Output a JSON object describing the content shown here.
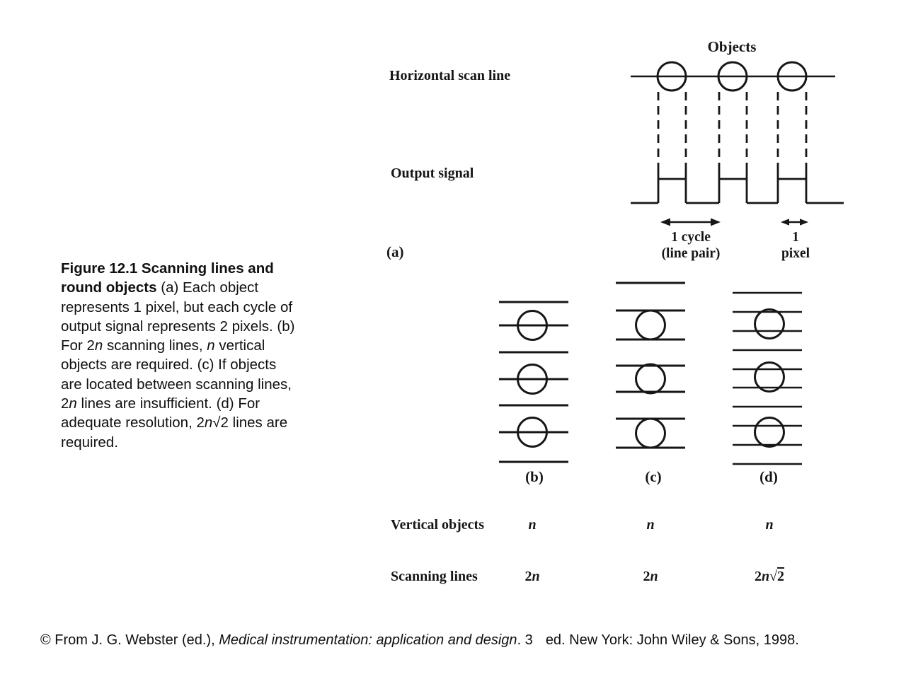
{
  "colors": {
    "ink": "#161616",
    "paper": "#ffffff"
  },
  "caption": {
    "segments": [
      {
        "t": "Figure 12.1 Scanning lines and\nround objects",
        "b": true
      },
      {
        "t": " (a) Each object\nrepresents 1 pixel, but each cycle of\noutput signal represents 2 pixels. (b)\nFor 2"
      },
      {
        "t": "n",
        "i": true
      },
      {
        "t": " scanning lines, "
      },
      {
        "t": "n",
        "i": true
      },
      {
        "t": " vertical\nobjects are required. (c) If objects\nare located between scanning lines,\n2"
      },
      {
        "t": "n",
        "i": true
      },
      {
        "t": " lines are insufficient. (d) For\nadequate resolution, 2"
      },
      {
        "t": "n",
        "i": true
      },
      {
        "t": "√2 lines are\nrequired."
      }
    ]
  },
  "diagram_a": {
    "objects_label": "Objects",
    "scan_line_label": "Horizontal scan line",
    "output_signal_label": "Output signal",
    "panel_label": "(a)",
    "cycle_label": "1 cycle\n(line pair)",
    "pixel_label": "1\npixel"
  },
  "panels": {
    "b": "(b)",
    "c": "(c)",
    "d": "(d)"
  },
  "table": {
    "row_labels": [
      "Vertical objects",
      "Scanning lines"
    ],
    "vertical_objects": [
      [
        {
          "t": "n",
          "i": true
        }
      ],
      [
        {
          "t": "n",
          "i": true
        }
      ],
      [
        {
          "t": "n",
          "i": true
        }
      ]
    ],
    "scanning_lines": [
      [
        {
          "t": "2"
        },
        {
          "t": "n",
          "i": true
        }
      ],
      [
        {
          "t": "2"
        },
        {
          "t": "n",
          "i": true
        }
      ],
      [
        {
          "t": "2"
        },
        {
          "t": "n",
          "i": true
        },
        {
          "t": "√"
        },
        {
          "t": "2",
          "ov": true
        }
      ]
    ]
  },
  "footer": {
    "segments": [
      {
        "t": "© From J. G. Webster (ed.), "
      },
      {
        "t": "Medical instrumentation: application and design",
        "i": true
      },
      {
        "t": ". 3"
      },
      {
        "t": "ed. New York: John Wiley & Sons, 1998.",
        "gap": true
      }
    ]
  }
}
